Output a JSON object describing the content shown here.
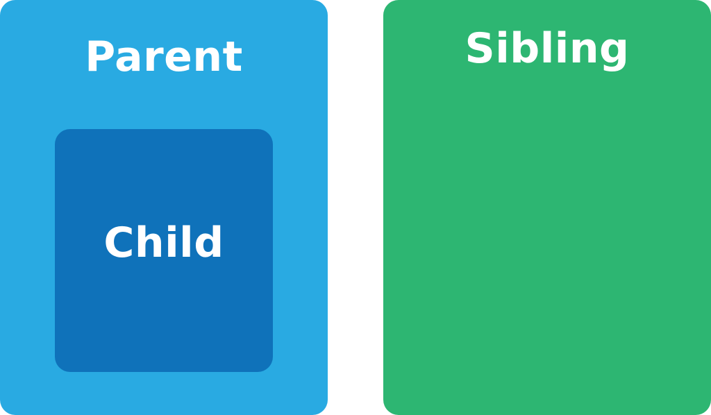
{
  "parent": {
    "label": "Parent",
    "color": "#29aae2"
  },
  "child": {
    "label": "Child",
    "color": "#0f72ba"
  },
  "sibling": {
    "label": "Sibling",
    "color": "#2db672"
  }
}
